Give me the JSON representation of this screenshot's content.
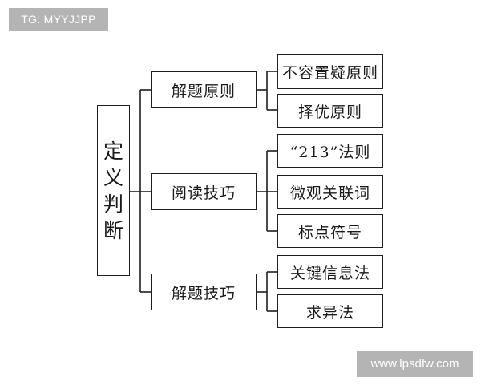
{
  "watermarks": {
    "top_left": "TG: MYYJJPP",
    "bottom_right": "www.lpsdfw.com"
  },
  "root": {
    "label": "定义判断",
    "chars": [
      "定",
      "义",
      "判",
      "断"
    ]
  },
  "branches": [
    {
      "label": "解题原则",
      "leaves": [
        "不容置疑原则",
        "择优原则"
      ]
    },
    {
      "label": "阅读技巧",
      "leaves": [
        "“213”法则",
        "微观关联词",
        "标点符号"
      ]
    },
    {
      "label": "解题技巧",
      "leaves": [
        "关键信息法",
        "求异法"
      ]
    }
  ]
}
